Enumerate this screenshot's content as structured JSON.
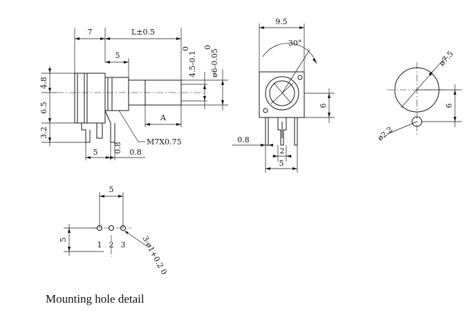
{
  "side_view": {
    "dim_7": "7",
    "dim_L": "L±0.5",
    "dim_5_top": "5",
    "dim_4_8": "4.8",
    "dim_6_5": "6.5",
    "dim_3_2": "3.2",
    "dim_5_bottom": "5",
    "dim_0_8_vertical": "0.8",
    "dim_0_8_horizontal": "0.8",
    "tol_4_5": "4.5-0.1",
    "tol_4_5_upper": "0",
    "tol_6": "ø6-0.05",
    "tol_6_upper": "0",
    "dim_A": "A",
    "thread": "M7X0.75"
  },
  "front_view": {
    "dim_9_5": "9.5",
    "angle_30": "30°",
    "dim_0_8": "0.8",
    "dim_2": "2",
    "dim_5": "5",
    "dim_6": "6"
  },
  "panel_cutout": {
    "dim_7_5": "ø7.5",
    "dim_2_2": "ø2.2",
    "dim_6": "6"
  },
  "mounting_hole": {
    "dim_5_top": "5",
    "dim_5_side": "5",
    "pin_1": "1",
    "pin_2": "2",
    "pin_3": "3",
    "hole_spec": "3-ø1+0.2 0",
    "caption": "Mounting hole detail"
  }
}
